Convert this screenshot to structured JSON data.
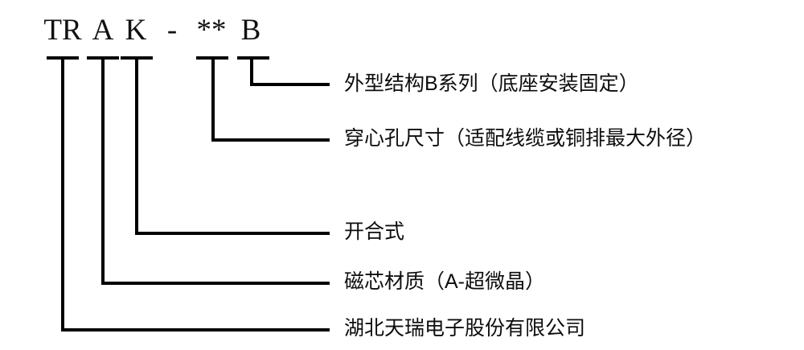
{
  "diagram": {
    "type": "part-number-breakdown",
    "model_code": {
      "full": "TRAK-**B",
      "segments": [
        {
          "key": "tr",
          "text": "TR"
        },
        {
          "key": "a",
          "text": "A"
        },
        {
          "key": "k",
          "text": "K"
        },
        {
          "key": "dash",
          "text": "-"
        },
        {
          "key": "ast",
          "text": "**"
        },
        {
          "key": "b",
          "text": "B"
        }
      ]
    },
    "colors": {
      "background": "#ffffff",
      "line": "#000000",
      "text": "#0d0d0d",
      "code_text": "#111111"
    },
    "callouts": [
      {
        "id": "callout-structure",
        "segment": "B",
        "label": "外型结构B系列（底座安装固定）"
      },
      {
        "id": "callout-aperture",
        "segment": "**",
        "label": "穿心孔尺寸（适配线缆或铜排最大外径）"
      },
      {
        "id": "callout-split-core",
        "segment": "K",
        "label": "开合式"
      },
      {
        "id": "callout-core-material",
        "segment": "A",
        "label": "磁芯材质（A-超微晶）"
      },
      {
        "id": "callout-manufacturer",
        "segment": "TR",
        "label": "湖北天瑞电子股份有限公司"
      }
    ]
  }
}
